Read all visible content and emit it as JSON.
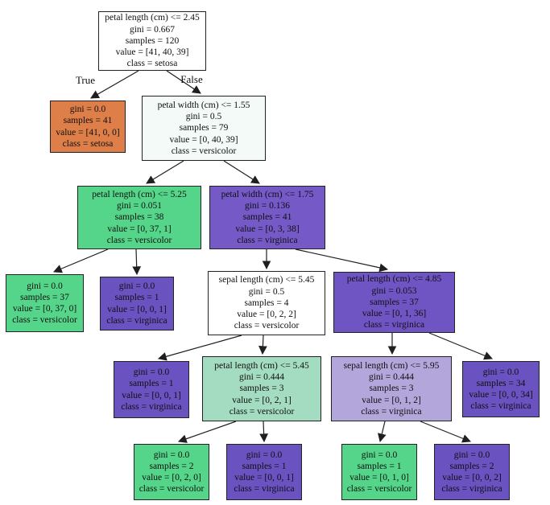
{
  "diagram": {
    "type": "decision-tree",
    "edge_label_true": "True",
    "edge_label_false": "False"
  },
  "palette": {
    "setosa_orange": "#de7e48",
    "versicolor_green": "#55d58a",
    "versicolor_green_light": "#a3dcc0",
    "virginica_purple": "#6a52c1",
    "virginica_purple_light": "#b2a6db",
    "near_white_green": "#f4faf7",
    "white": "#ffffff",
    "edge_black": "#1f1f1f"
  },
  "nodes": [
    {
      "id": "n0",
      "condition": "petal length (cm) <= 2.45",
      "gini_label": "gini = 0.667",
      "samples_label": "samples = 120",
      "value_label": "value = [41, 40, 39]",
      "class_label": "class = setosa",
      "fill": "#ffffff"
    },
    {
      "id": "n1",
      "condition": null,
      "gini_label": "gini = 0.0",
      "samples_label": "samples = 41",
      "value_label": "value = [41, 0, 0]",
      "class_label": "class = setosa",
      "fill": "#de7e48"
    },
    {
      "id": "n2",
      "condition": "petal width (cm) <= 1.55",
      "gini_label": "gini = 0.5",
      "samples_label": "samples = 79",
      "value_label": "value = [0, 40, 39]",
      "class_label": "class = versicolor",
      "fill": "#f4faf7"
    },
    {
      "id": "n3",
      "condition": "petal length (cm) <= 5.25",
      "gini_label": "gini = 0.051",
      "samples_label": "samples = 38",
      "value_label": "value = [0, 37, 1]",
      "class_label": "class = versicolor",
      "fill": "#55d58a"
    },
    {
      "id": "n4",
      "condition": "petal width (cm) <= 1.75",
      "gini_label": "gini = 0.136",
      "samples_label": "samples = 41",
      "value_label": "value = [0, 3, 38]",
      "class_label": "class = virginica",
      "fill": "#7459c7"
    },
    {
      "id": "n5",
      "condition": null,
      "gini_label": "gini = 0.0",
      "samples_label": "samples = 37",
      "value_label": "value = [0, 37, 0]",
      "class_label": "class = versicolor",
      "fill": "#55d58a"
    },
    {
      "id": "n6",
      "condition": null,
      "gini_label": "gini = 0.0",
      "samples_label": "samples = 1",
      "value_label": "value = [0, 0, 1]",
      "class_label": "class = virginica",
      "fill": "#6a52c1"
    },
    {
      "id": "n7",
      "condition": "sepal length (cm) <= 5.45",
      "gini_label": "gini = 0.5",
      "samples_label": "samples = 4",
      "value_label": "value = [0, 2, 2]",
      "class_label": "class = versicolor",
      "fill": "#ffffff"
    },
    {
      "id": "n8",
      "condition": "petal length (cm) <= 4.85",
      "gini_label": "gini = 0.053",
      "samples_label": "samples = 37",
      "value_label": "value = [0, 1, 36]",
      "class_label": "class = virginica",
      "fill": "#6f55c3"
    },
    {
      "id": "n9",
      "condition": null,
      "gini_label": "gini = 0.0",
      "samples_label": "samples = 1",
      "value_label": "value = [0, 0, 1]",
      "class_label": "class = virginica",
      "fill": "#6a52c1"
    },
    {
      "id": "n10",
      "condition": "petal length (cm) <= 5.45",
      "gini_label": "gini = 0.444",
      "samples_label": "samples = 3",
      "value_label": "value = [0, 2, 1]",
      "class_label": "class = versicolor",
      "fill": "#a3dcc0"
    },
    {
      "id": "n11",
      "condition": "sepal length (cm) <= 5.95",
      "gini_label": "gini = 0.444",
      "samples_label": "samples = 3",
      "value_label": "value = [0, 1, 2]",
      "class_label": "class = virginica",
      "fill": "#b2a6db"
    },
    {
      "id": "n12",
      "condition": null,
      "gini_label": "gini = 0.0",
      "samples_label": "samples = 34",
      "value_label": "value = [0, 0, 34]",
      "class_label": "class = virginica",
      "fill": "#6a52c1"
    },
    {
      "id": "n13",
      "condition": null,
      "gini_label": "gini = 0.0",
      "samples_label": "samples = 2",
      "value_label": "value = [0, 2, 0]",
      "class_label": "class = versicolor",
      "fill": "#55d58a"
    },
    {
      "id": "n14",
      "condition": null,
      "gini_label": "gini = 0.0",
      "samples_label": "samples = 1",
      "value_label": "value = [0, 0, 1]",
      "class_label": "class = virginica",
      "fill": "#6a52c1"
    },
    {
      "id": "n15",
      "condition": null,
      "gini_label": "gini = 0.0",
      "samples_label": "samples = 1",
      "value_label": "value = [0, 1, 0]",
      "class_label": "class = versicolor",
      "fill": "#55d58a"
    },
    {
      "id": "n16",
      "condition": null,
      "gini_label": "gini = 0.0",
      "samples_label": "samples = 2",
      "value_label": "value = [0, 0, 2]",
      "class_label": "class = virginica",
      "fill": "#6a52c1"
    }
  ],
  "edges": [
    {
      "from": "n0",
      "to": "n1",
      "label": "True"
    },
    {
      "from": "n0",
      "to": "n2",
      "label": "False"
    },
    {
      "from": "n2",
      "to": "n3"
    },
    {
      "from": "n2",
      "to": "n4"
    },
    {
      "from": "n3",
      "to": "n5"
    },
    {
      "from": "n3",
      "to": "n6"
    },
    {
      "from": "n4",
      "to": "n7"
    },
    {
      "from": "n4",
      "to": "n8"
    },
    {
      "from": "n7",
      "to": "n9"
    },
    {
      "from": "n7",
      "to": "n10"
    },
    {
      "from": "n8",
      "to": "n11"
    },
    {
      "from": "n8",
      "to": "n12"
    },
    {
      "from": "n10",
      "to": "n13"
    },
    {
      "from": "n10",
      "to": "n14"
    },
    {
      "from": "n11",
      "to": "n15"
    },
    {
      "from": "n11",
      "to": "n16"
    }
  ]
}
